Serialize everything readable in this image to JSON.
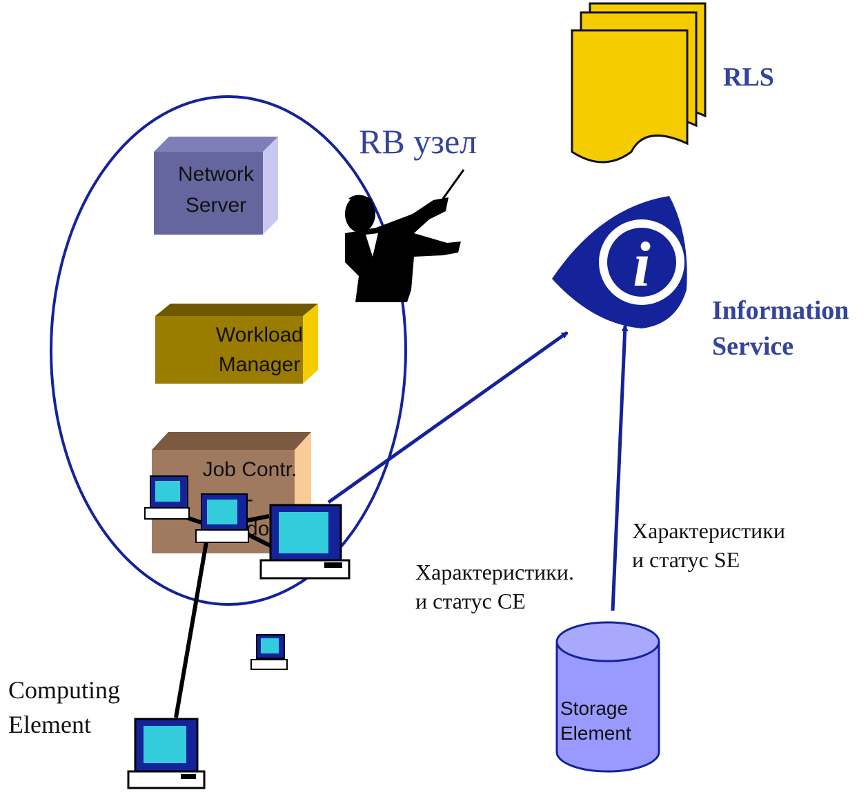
{
  "rb_node": {
    "title": "RB узел"
  },
  "network_server": {
    "line1": "Network",
    "line2": "Server"
  },
  "workload_manager": {
    "line1": "Workload",
    "line2": "Manager"
  },
  "job_controller": {
    "line1": "Job Contr.",
    "line2": "-",
    "line3": "CondorC"
  },
  "rls": {
    "label": "RLS"
  },
  "information_service": {
    "line1": "Information",
    "line2": "Service",
    "icon_letter": "i"
  },
  "computing_element": {
    "line1": "Computing",
    "line2": "Element"
  },
  "storage_element": {
    "line1": "Storage",
    "line2": "Element"
  },
  "ce_arrow_label": {
    "line1": "Характеристики.",
    "line2": "и статус CE"
  },
  "se_arrow_label": {
    "line1": "Характеристики",
    "line2": "и статус SE"
  },
  "colors": {
    "navy": "#14239a",
    "label_blue": "#33449a",
    "network_server_box": "#66669e",
    "workload_box": "#9a7c00",
    "job_box": "#a07a5f",
    "rls_yellow": "#f5cc00",
    "storage_fill": "#9999ff"
  }
}
